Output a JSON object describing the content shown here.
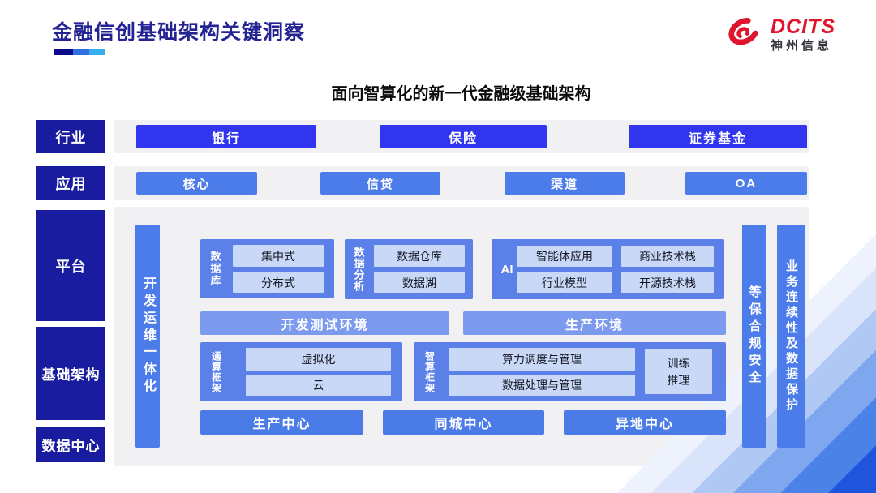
{
  "colors": {
    "navy_label": "#191C9E",
    "royal_blue": "#3136EE",
    "medium_blue": "#4C7CEA",
    "section_blue": "#5B80E8",
    "env_bar_blue": "#7D9BEE",
    "light_inner_blue": "#C9D8F7",
    "panel_gray": "#F1F1F4",
    "brand_red": "#E1142E",
    "title_navy": "#232394"
  },
  "header": {
    "title": "金融信创基础架构关键洞察",
    "logo": {
      "brand": "DCITS",
      "company": "神州信息"
    }
  },
  "diagram": {
    "subtitle": "面向智算化的新一代金融级基础架构",
    "rows": {
      "industry": {
        "label": "行业",
        "items": [
          "银行",
          "保险",
          "证券基金"
        ]
      },
      "application": {
        "label": "应用",
        "items": [
          "核心",
          "信贷",
          "渠道",
          "OA"
        ]
      },
      "platform_label": "平台",
      "infrastructure_label": "基础架构",
      "datacenter_label": "数据中心"
    },
    "platform": {
      "devops": "开发运维一体化",
      "database": {
        "label": "数据库",
        "items": [
          "集中式",
          "分布式"
        ]
      },
      "analytics": {
        "label": "数据分析",
        "items": [
          "数据仓库",
          "数据湖"
        ]
      },
      "ai": {
        "label": "AI",
        "items": [
          "智能体应用",
          "商业技术栈",
          "行业模型",
          "开源技术栈"
        ]
      },
      "environments": {
        "dev": "开发测试环境",
        "prod": "生产环境"
      },
      "general_compute": {
        "label": "通算框架",
        "items": [
          "虚拟化",
          "云"
        ]
      },
      "intelligent_compute": {
        "label": "智算框架",
        "items": [
          "算力调度与管理",
          "数据处理与管理"
        ],
        "training": "训练\n推理"
      },
      "centers": [
        "生产中心",
        "同城中心",
        "异地中心"
      ],
      "security": "等保合规安全",
      "continuity": "业务连续性及数据保护"
    }
  }
}
